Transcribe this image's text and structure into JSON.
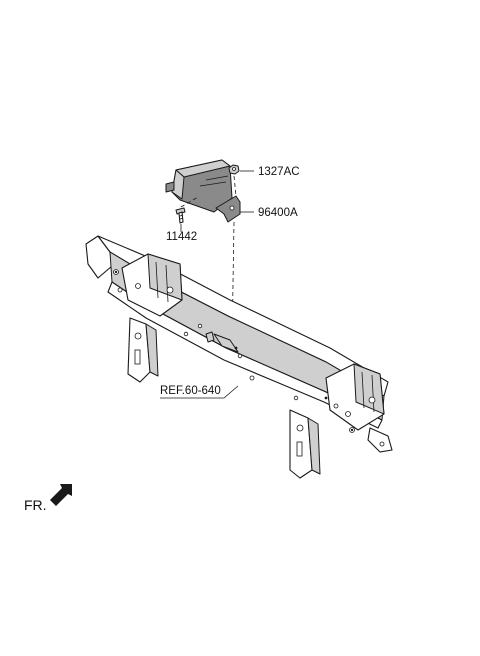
{
  "callouts": {
    "nut": "1327AC",
    "sensor": "96400A",
    "bolt": "11442",
    "ref": "REF.60-640"
  },
  "orientation": {
    "label": "FR."
  },
  "colors": {
    "line": "#1a1a1a",
    "sensor_body": "#8a8a8a",
    "shade": "#cfcfcf",
    "background": "#ffffff"
  },
  "icons": {
    "direction": "front-arrow-icon"
  }
}
